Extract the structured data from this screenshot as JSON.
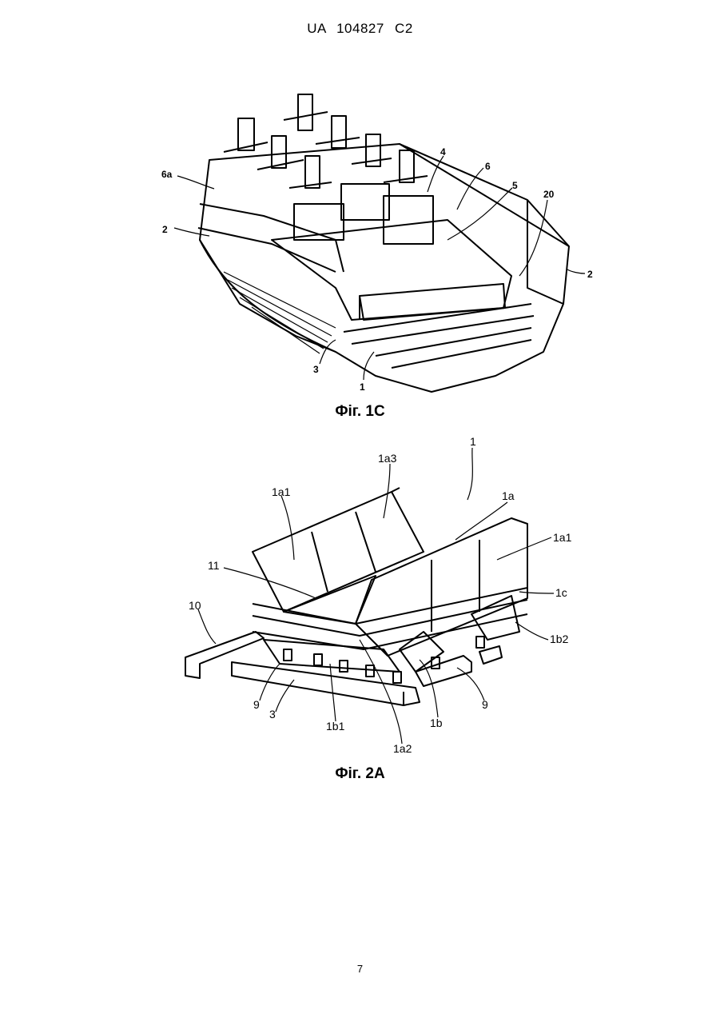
{
  "header": {
    "doc_id": "UA   104827   C2"
  },
  "figure_1c": {
    "caption": "Фіг. 1С",
    "labels": {
      "l6a": "6a",
      "l2a": "2",
      "l4": "4",
      "l6": "6",
      "l5": "5",
      "l20": "20",
      "l2b": "2",
      "l3": "3",
      "l1": "1"
    }
  },
  "figure_2a": {
    "caption": "Фіг. 2А",
    "labels": {
      "l1": "1",
      "l1a3": "1a3",
      "l1a1_left": "1a1",
      "l1a": "1a",
      "l1a1_right": "1a1",
      "l11": "11",
      "l1c": "1c",
      "l10": "10",
      "l1b2": "1b2",
      "l9_left": "9",
      "l3": "3",
      "l1b1": "1b1",
      "l1a2": "1a2",
      "l1b": "1b",
      "l9_right": "9"
    }
  },
  "footer": {
    "page_number": "7"
  }
}
